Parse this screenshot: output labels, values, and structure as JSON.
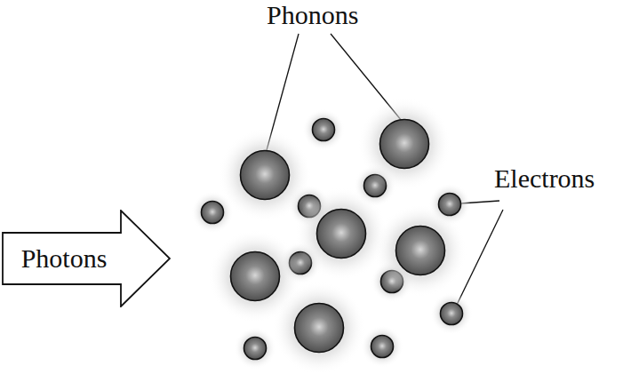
{
  "diagram": {
    "nodes": [
      {
        "text": [
          "Photons"
        ]
      }
    ],
    "labels": [
      "Phonons",
      "Electrons"
    ]
  }
}
